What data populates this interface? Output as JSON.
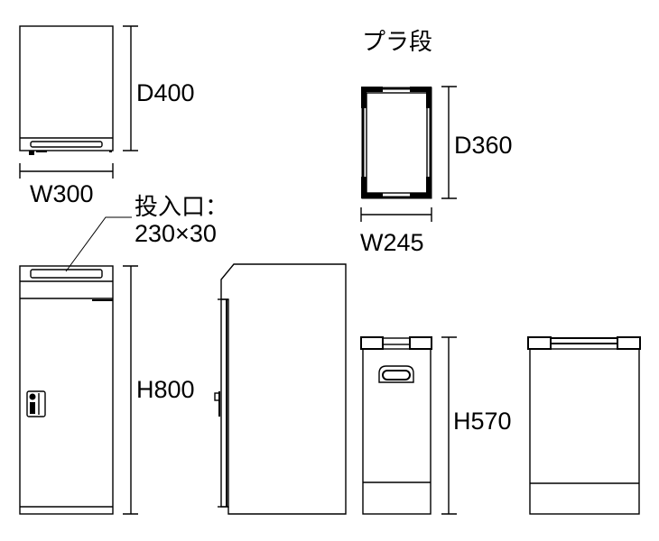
{
  "labels": {
    "top_depth": "D400",
    "top_width": "W300",
    "slot_title": "投入口：",
    "slot_size": "230×30",
    "height": "H800",
    "pla_title": "プラ段",
    "pla_depth": "D360",
    "pla_width": "W245",
    "pla_height": "H570"
  }
}
